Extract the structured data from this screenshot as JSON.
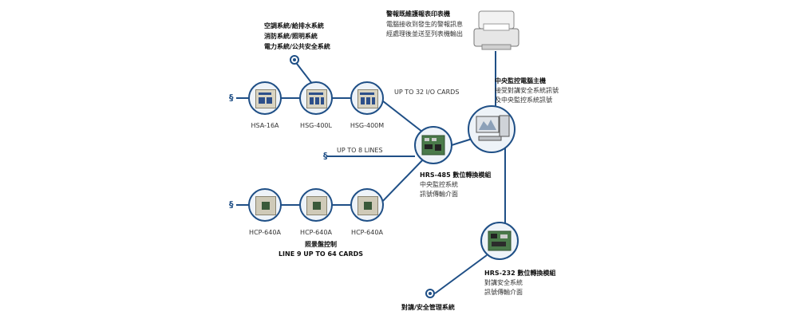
{
  "header_block": {
    "line1": "空調系統/給排水系統",
    "line2": "消防系統/照明系統",
    "line3": "電力系統/公共安全系統"
  },
  "printer_block": {
    "title": "警報既維護報表印表機",
    "line1": "電腦接收到發生的警報訊息",
    "line2": "經處理後並送至列表機輸出"
  },
  "host_block": {
    "title": "中央監控電腦主機",
    "line1": "接受對講安全系統訊號",
    "line2": "及中央監控系統訊號"
  },
  "io_label": "UP TO 32 I/O CARDS",
  "lines_label": "UP TO 8 LINES",
  "top_devices": [
    "HSA-16A",
    "HSG-400L",
    "HSG-400M"
  ],
  "bottom_devices": [
    "HCP-640A",
    "HCP-640A",
    "HCP-640A"
  ],
  "scene_block": {
    "line1": "照景盤控制",
    "line2": "LINE 9 UP TO 64 CARDS"
  },
  "hrs485_block": {
    "title": "HRS-485 數位轉換模組",
    "line1": "中央監控系統",
    "line2": "訊號傳輸介面"
  },
  "hrs232_block": {
    "title": "HRS-232 數位轉換模組",
    "line1": "對講安全系統",
    "line2": "訊號傳輸介面"
  },
  "intercom_label": "對講/安全管理系統",
  "colors": {
    "line": "#1f4f86",
    "node_fill": "#eef3f8",
    "panel": "#d9d4c2"
  }
}
